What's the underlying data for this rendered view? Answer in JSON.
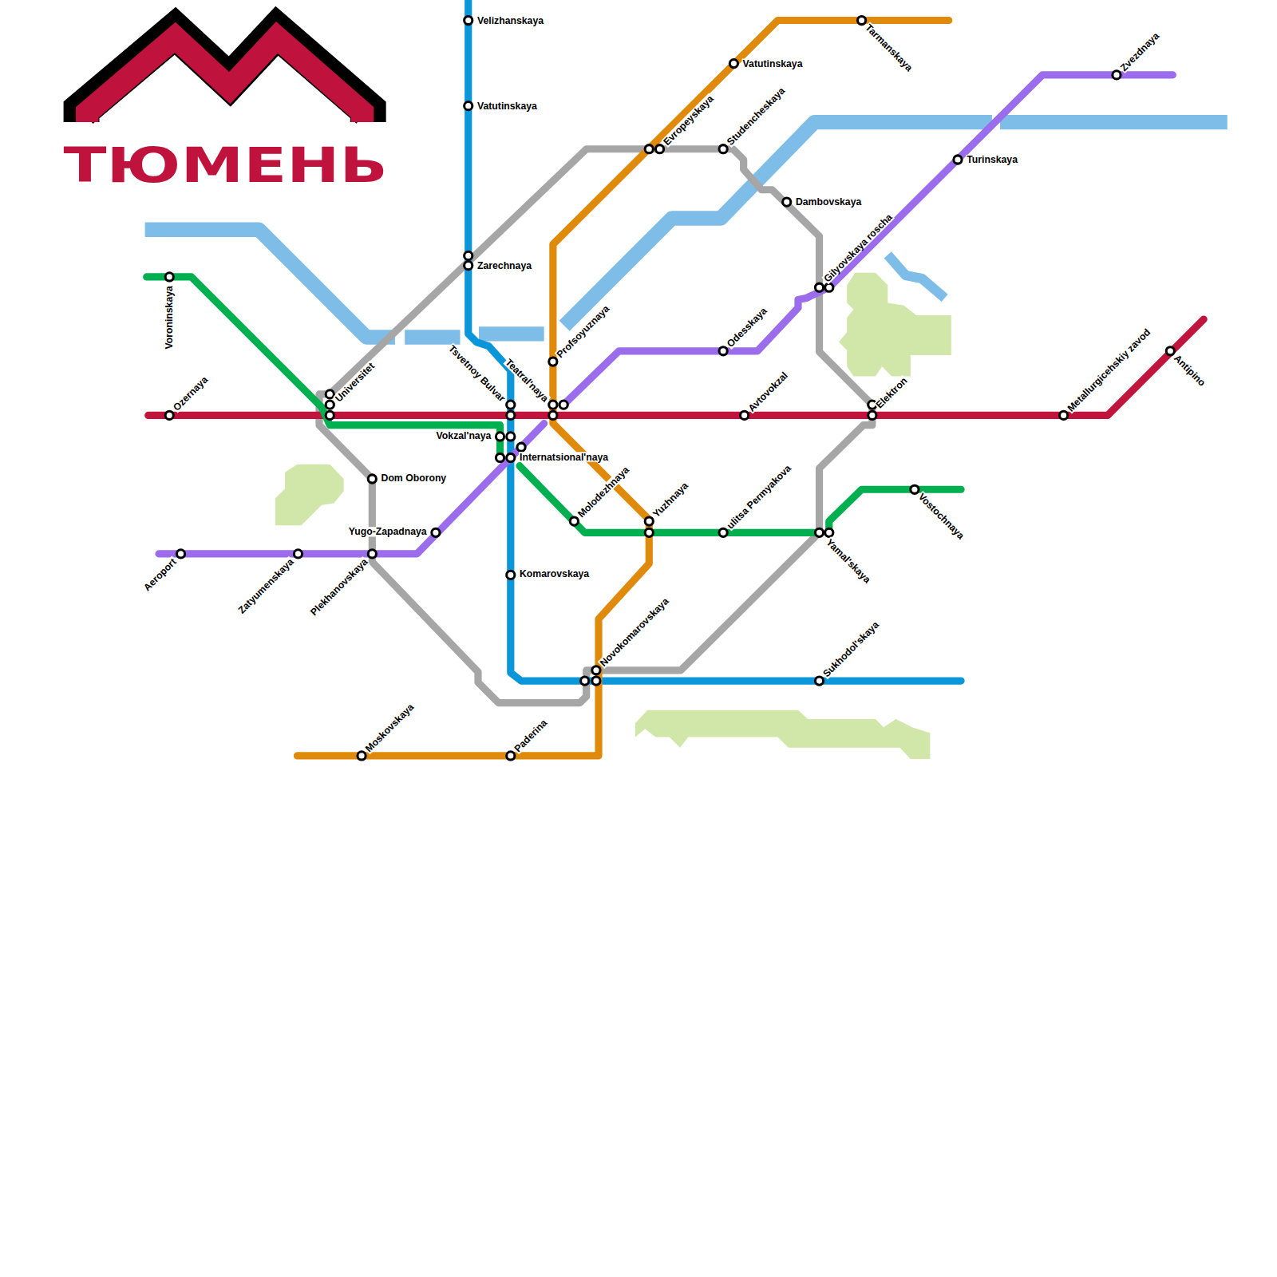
{
  "diagram": {
    "title": "ТЮМЕНЬ",
    "labels": [
      "Velizhanskaya",
      "Vatutinskaya",
      "Zarechnaya",
      "Voroninskaya",
      "Ozernaya",
      "Universitet",
      "Tsvetnoy Bulvar",
      "Teatral'naya",
      "Profsoyuznaya",
      "Vokzal'naya",
      "Internatsional'naya",
      "Dom Oborony",
      "Yugo-Zapadnaya",
      "Aeroport",
      "Zatyumenskaya",
      "Plekhanovskaya",
      "Molodezhnaya",
      "Yuzhnaya",
      "Komarovskaya",
      "Novokomarovskaya",
      "Moskovskaya",
      "Paderina",
      "Evropeyskaya",
      "Vatutinskaya",
      "Tarmanskaya",
      "Studencheskaya",
      "Dambovskaya",
      "Gilyovskaya roscha",
      "Turinskaya",
      "Zvezdnaya",
      "Odesskaya",
      "Avtovokzal",
      "Elektron",
      "Metallurgicehskiy zavod",
      "Antipino",
      "ulitsa Permyakova",
      "Vostochnaya",
      "Yamal'skaya",
      "Sukhodol'skaya"
    ]
  }
}
